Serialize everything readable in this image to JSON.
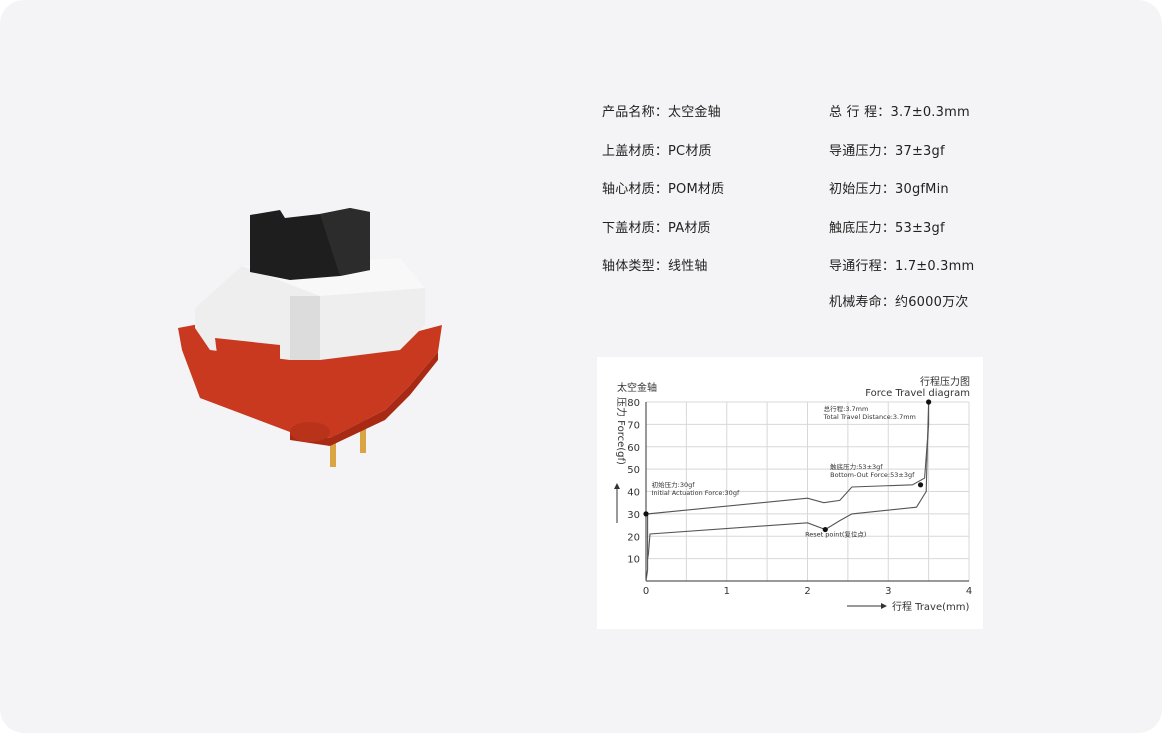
{
  "specs_left": [
    {
      "label": "产品名称",
      "value": "太空金轴"
    },
    {
      "label": "上盖材质",
      "value": "PC材质"
    },
    {
      "label": "轴心材质",
      "value": "POM材质"
    },
    {
      "label": "下盖材质",
      "value": "PA材质"
    },
    {
      "label": "轴体类型",
      "value": "线性轴"
    }
  ],
  "specs_right": [
    {
      "label": "总 行 程",
      "value": "3.7±0.3mm"
    },
    {
      "label": "导通压力",
      "value": "37±3gf"
    },
    {
      "label": "初始压力",
      "value": "30gfMin"
    },
    {
      "label": "触底压力",
      "value": "53±3gf"
    },
    {
      "label": "导通行程",
      "value": "1.7±0.3mm"
    },
    {
      "label": "机械寿命",
      "value": "约6000万次"
    }
  ],
  "separator": "：",
  "colors": {
    "housing_red": "#c8391f",
    "top_white": "#f2f2f2",
    "stem_black": "#1e1e1e",
    "pin_gold": "#d9a441",
    "card_bg": "#f4f4f6"
  },
  "chart_data": {
    "type": "line",
    "title": "太空金轴",
    "title_right_cn": "行程压力图",
    "title_right_en": "Force Travel diagram",
    "ylabel": "压力 Force(gf)",
    "xlabel": "行程 Trave(mm)",
    "xlim": [
      0,
      4
    ],
    "ylim": [
      0,
      80
    ],
    "x_ticks": [
      "0",
      "1",
      "2",
      "3",
      "4"
    ],
    "y_ticks": [
      "10",
      "20",
      "30",
      "40",
      "50",
      "60",
      "70",
      "80"
    ],
    "grid": true,
    "series": [
      {
        "values_x": [
          0,
          0.02,
          0.02,
          2.0,
          2.2,
          2.4,
          2.55,
          3.3,
          3.45,
          3.5,
          3.5
        ],
        "values_y": [
          0,
          5,
          30,
          37,
          35,
          36,
          42,
          43,
          46,
          70,
          80
        ]
      },
      {
        "values_x": [
          3.5,
          3.47,
          3.35,
          2.55,
          2.4,
          2.22,
          2.0,
          0.05,
          0.03,
          0.02
        ],
        "values_y": [
          80,
          40,
          33,
          30,
          27,
          23,
          26,
          21,
          12,
          10
        ]
      }
    ],
    "markers": [
      {
        "x": 0,
        "y": 30
      },
      {
        "x": 2.22,
        "y": 23
      },
      {
        "x": 3.4,
        "y": 43
      },
      {
        "x": 3.5,
        "y": 80
      }
    ],
    "annotations": [
      {
        "lines": [
          "初始压力:30gf",
          "Initial Actuation Force:30gf"
        ],
        "x": 0.07,
        "y": 42
      },
      {
        "lines": [
          "Reset point(复位点)"
        ],
        "x": 1.97,
        "y": 20
      },
      {
        "lines": [
          "触底压力:53±3gf",
          "Bottom-Out Force:53±3gf"
        ],
        "x": 2.28,
        "y": 50
      },
      {
        "lines": [
          "总行程:3.7mm",
          "Total Travel Distance:3.7mm"
        ],
        "x": 2.2,
        "y": 76
      }
    ]
  }
}
